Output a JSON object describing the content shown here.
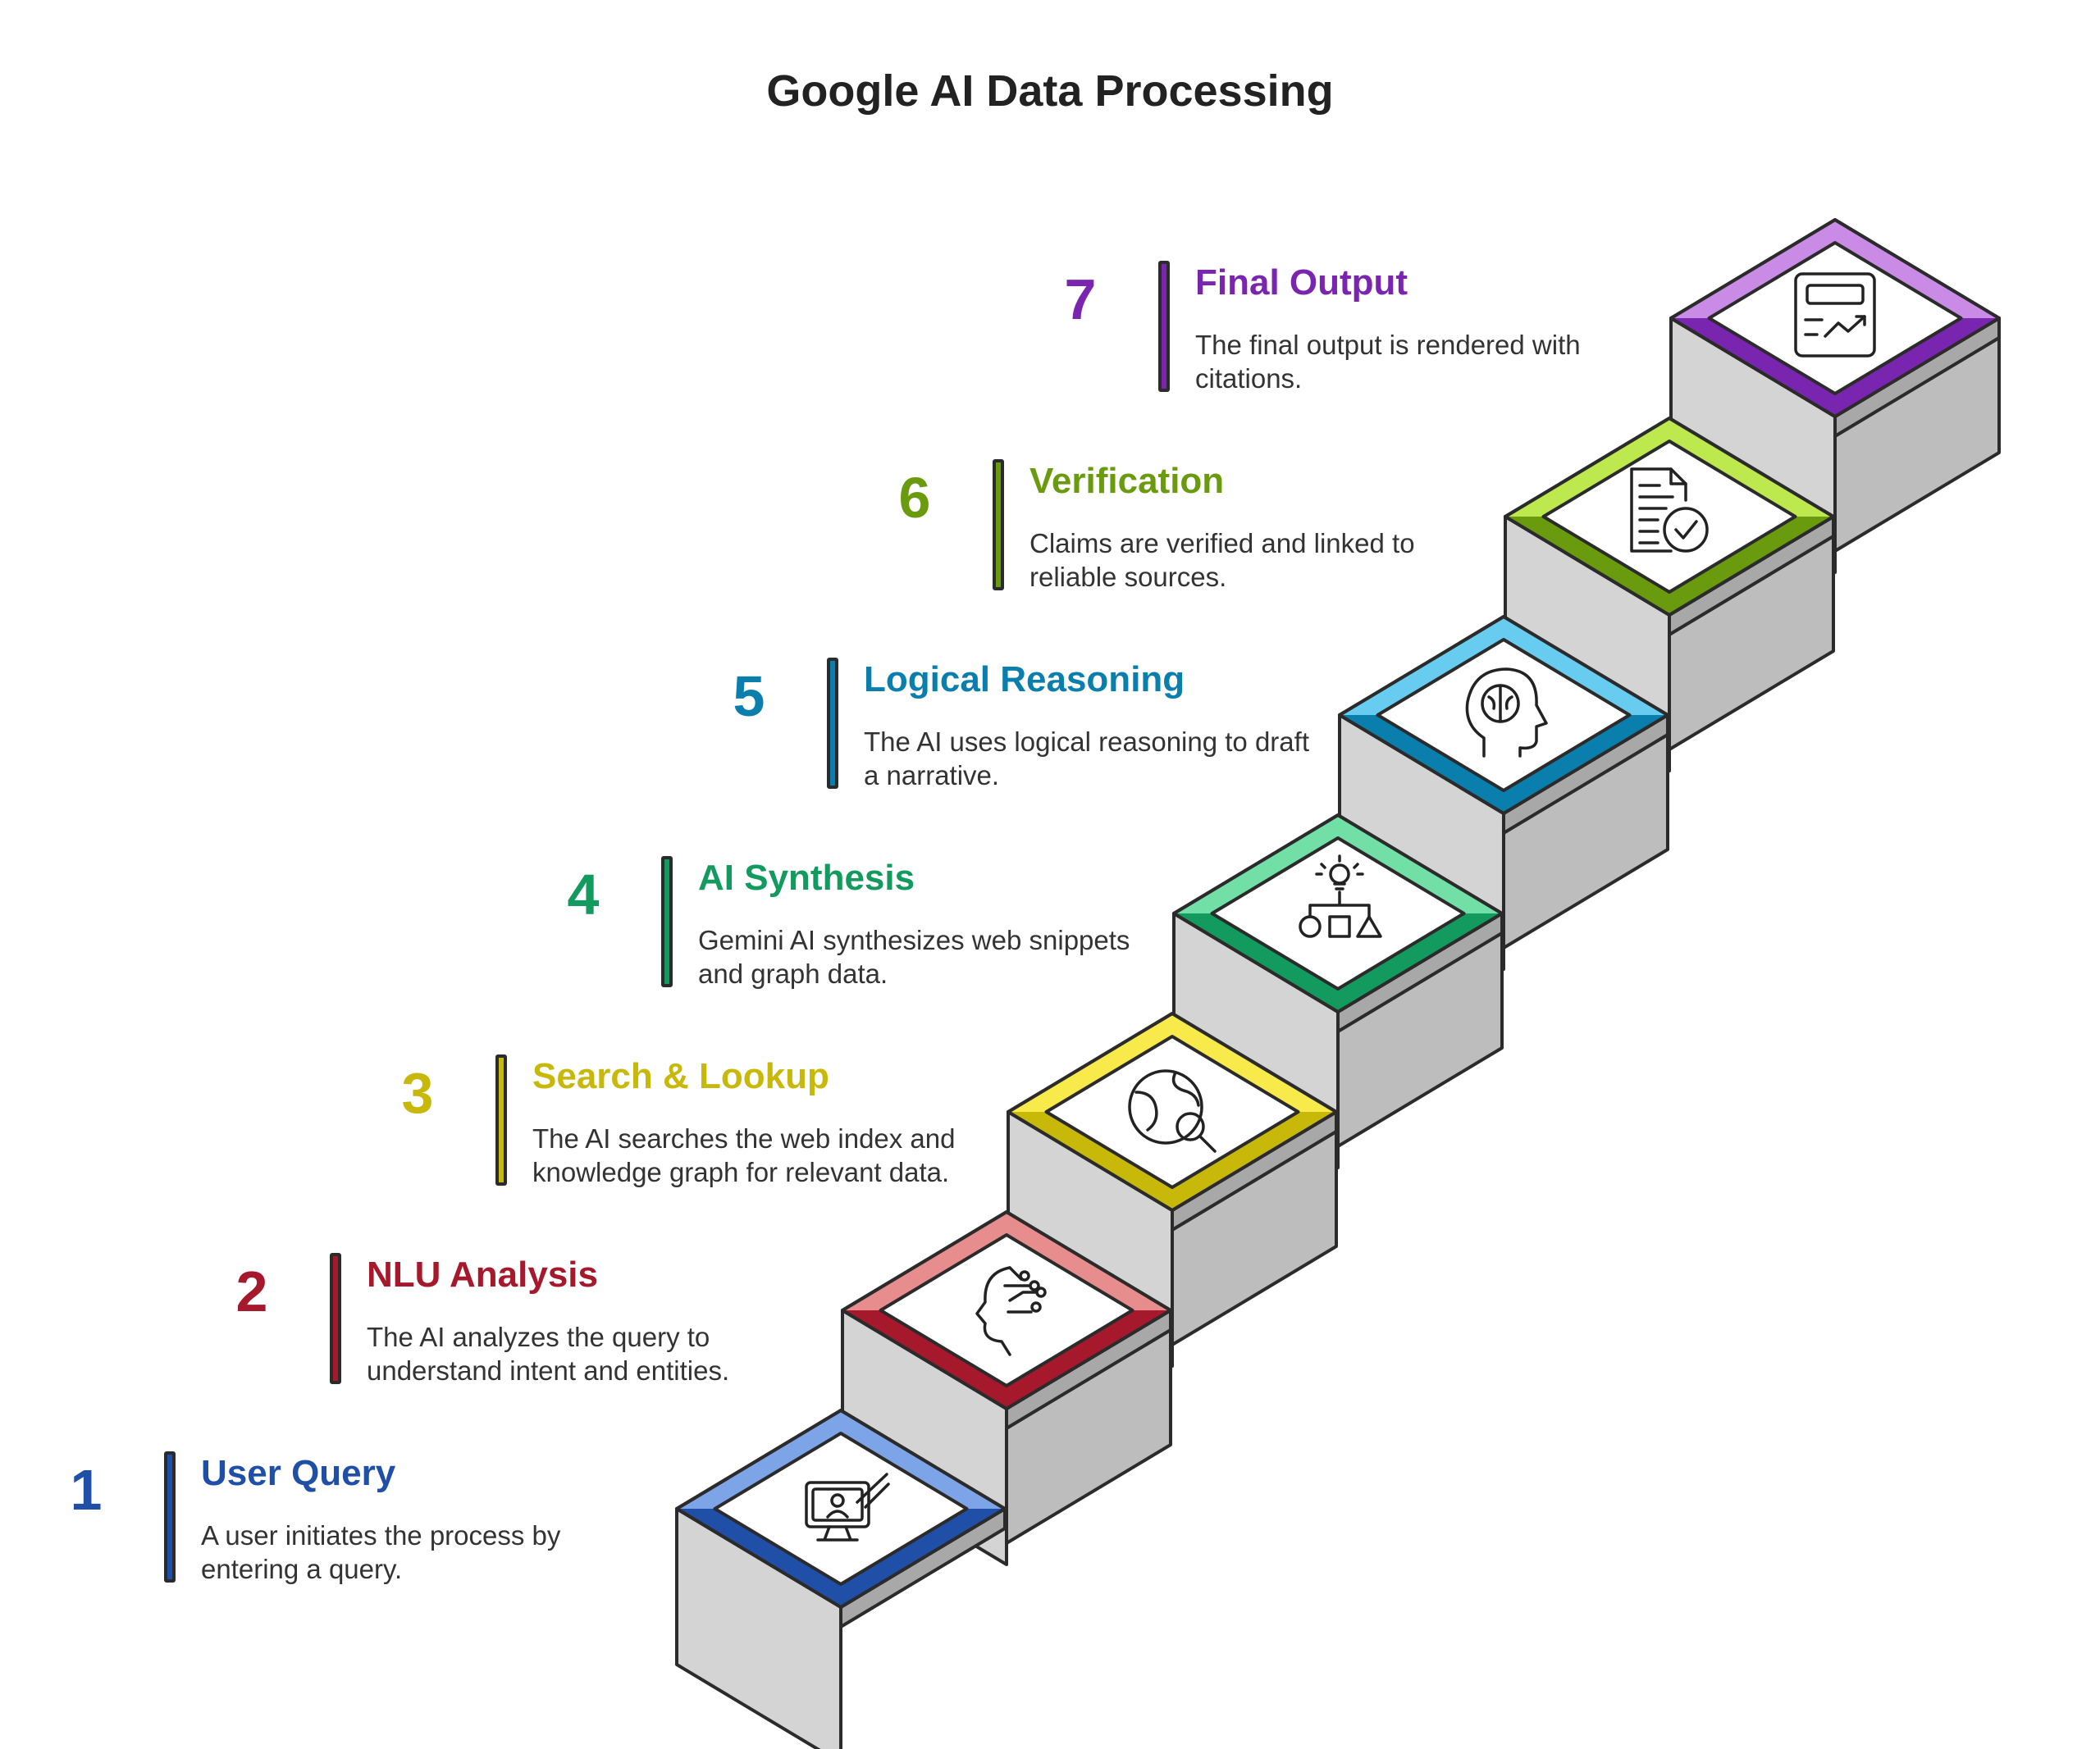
{
  "title": "Google AI Data Processing",
  "steps": [
    {
      "num": "1",
      "title": "User Query",
      "desc": "A user initiates the process by entering a query.",
      "color": "#1f4fa6",
      "light": "#7ea4e8",
      "icon": "monitor-touch-icon"
    },
    {
      "num": "2",
      "title": "NLU Analysis",
      "desc": "The AI analyzes the query to understand intent and entities.",
      "color": "#a6182c",
      "light": "#e88d8d",
      "icon": "head-circuit-icon"
    },
    {
      "num": "3",
      "title": "Search & Lookup",
      "desc": "The AI searches the web index and knowledge graph for relevant data.",
      "color": "#c8b80a",
      "light": "#f7ea4a",
      "icon": "globe-search-icon"
    },
    {
      "num": "4",
      "title": "AI Synthesis",
      "desc": "Gemini AI synthesizes web snippets and graph data.",
      "color": "#139a5e",
      "light": "#72e0a6",
      "icon": "idea-shapes-icon"
    },
    {
      "num": "5",
      "title": "Logical Reasoning",
      "desc": "The AI uses logical reasoning to draft a narrative.",
      "color": "#0a7fad",
      "light": "#68ccf0",
      "icon": "brain-head-icon"
    },
    {
      "num": "6",
      "title": "Verification",
      "desc": "Claims are verified and linked to reliable sources.",
      "color": "#6a9a0e",
      "light": "#bde84e",
      "icon": "document-check-icon"
    },
    {
      "num": "7",
      "title": "Final Output",
      "desc": "The final output is rendered with citations.",
      "color": "#7a25b0",
      "light": "#c98be6",
      "icon": "report-chart-icon"
    }
  ]
}
